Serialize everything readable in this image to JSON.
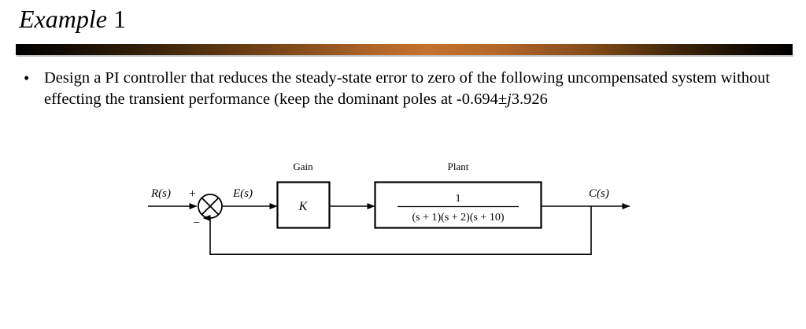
{
  "slide": {
    "title_italic": "Example",
    "title_roman": "1",
    "rule_gradient_dark": "#000000",
    "rule_gradient_mid": "#c3722e",
    "background": "#ffffff",
    "text_color": "#000000"
  },
  "bullet": {
    "marker": "•",
    "line1": "Design a PI controller that reduces the steady-state error to zero of the following",
    "line2": "uncompensated system without effecting the transient performance (keep the dominant",
    "line3_prefix": "poles at -0.694±",
    "line3_italic": "j",
    "line3_suffix": "3.926"
  },
  "diagram": {
    "input_label": "R(s)",
    "plus_sign": "+",
    "minus_sign": "−",
    "error_label": "E(s)",
    "gain_caption": "Gain",
    "gain_value": "K",
    "plant_caption": "Plant",
    "plant_numerator": "1",
    "plant_denominator": "(s + 1)(s + 2)(s + 10)",
    "plant_den_parts": [
      {
        "open": "(",
        "var": "s",
        "op": " + ",
        "num": "1",
        "close": ")"
      },
      {
        "open": "(",
        "var": "s",
        "op": " + ",
        "num": "2",
        "close": ")"
      },
      {
        "open": "(",
        "var": "s",
        "op": " + ",
        "num": "10",
        "close": ")"
      }
    ],
    "output_label": "C(s)",
    "summing_junction": "cross-circle"
  }
}
